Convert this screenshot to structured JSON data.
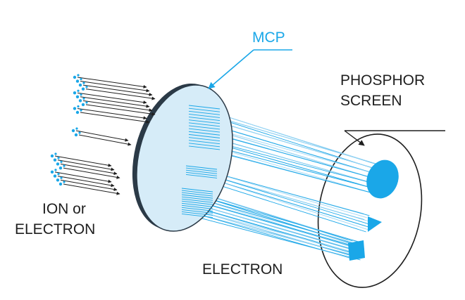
{
  "labels": {
    "mcp": "MCP",
    "phosphor_line1": "PHOSPHOR",
    "phosphor_line2": "SCREEN",
    "ion_line1": "ION or",
    "ion_line2": "ELECTRON",
    "electron": "ELECTRON"
  },
  "colors": {
    "accent": "#1aa7e8",
    "accent_light": "#9fd6f3",
    "plate_fill": "#d6ecf8",
    "plate_stroke": "#2b3a47",
    "text": "#1e1e1e",
    "mcp_label": "#1aa7e8"
  }
}
